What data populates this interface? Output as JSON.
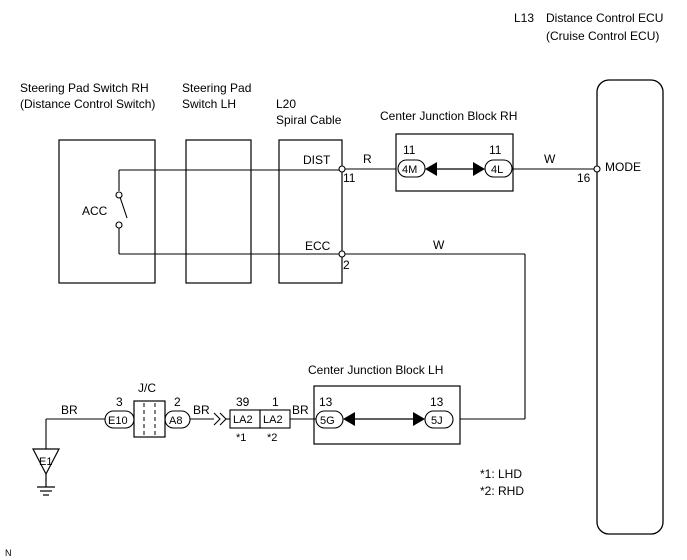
{
  "ecu": {
    "code": "L13",
    "name": "Distance Control ECU",
    "sub": "(Cruise Control ECU)",
    "pin": "16",
    "terminal": "MODE"
  },
  "switch_rh": {
    "line1": "Steering Pad Switch RH",
    "line2": "(Distance Control Switch)",
    "acc": "ACC"
  },
  "switch_lh": {
    "line1": "Steering Pad",
    "line2": "Switch LH"
  },
  "spiral": {
    "code": "L20",
    "name": "Spiral Cable",
    "dist": "DIST",
    "dist_pin": "11",
    "ecc": "ECC",
    "ecc_pin": "2"
  },
  "cjb_rh": {
    "title": "Center Junction Block RH",
    "left_pin": "11",
    "left": "4M",
    "right_pin": "11",
    "right": "4L"
  },
  "cjb_lh": {
    "title": "Center Junction Block LH",
    "left_pin": "13",
    "left": "5G",
    "right_pin": "13",
    "right": "5J"
  },
  "wires": {
    "r": "R",
    "w1": "W",
    "w2": "W",
    "br1": "BR",
    "br2": "BR",
    "br3": "BR"
  },
  "jc": {
    "label": "J/C",
    "left_pin": "3",
    "left": "E10",
    "right_pin": "2",
    "right": "A8"
  },
  "la2": {
    "pin1": "39",
    "pin2": "1",
    "name": "LA2",
    "note1": "*1",
    "note2": "*2"
  },
  "ground": {
    "label": "E1"
  },
  "notes": {
    "n1": "*1: LHD",
    "n2": "*2: RHD"
  },
  "corner": "N"
}
